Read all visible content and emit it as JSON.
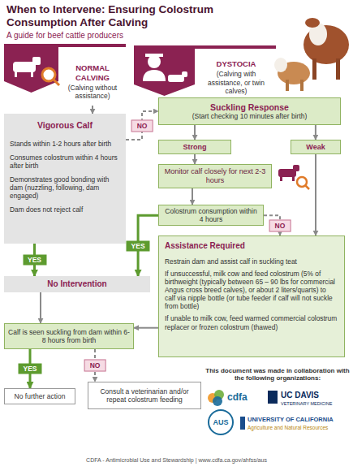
{
  "diagram": {
    "title": "When to Intervene: Ensuring Colostrum Consumption After Calving",
    "nodes": [
      {
        "text": [
          "NORMAL CALVING",
          "(Calving without assistance)"
        ]
      },
      {
        "text": [
          "DYSTOCIA",
          "(Calving with assistance, or twin calves)"
        ]
      },
      {
        "text": [
          "Vigorous Calf",
          "Stands within 1-2 hours after birth",
          "Consumes colostrum within 4 hours after birth",
          "Demonstrates good bonding with dam (nuzzling, following, dam engaged)",
          "Dam does not reject calf"
        ]
      },
      {
        "text": [
          "Suckling Response",
          "(Start checking 10 minutes after birth)"
        ]
      },
      {
        "text": [
          "Strong"
        ]
      },
      {
        "text": [
          "Weak"
        ]
      },
      {
        "text": [
          "Monitor calf closely for next 2-3 hours"
        ]
      },
      {
        "text": [
          "Colostrum consumption within 4 hours"
        ]
      },
      {
        "text": [
          "Assistance Required",
          "Restrain dam and assist calf in suckling teat",
          "If unsuccessful, milk cow and feed colostrum (5% of birthweight (typically between 65 – 90 lbs for commercial Angus cross breed calves), or about 2 liters/quarts) to calf via nipple bottle (or tube feeder if calf will not suckle from bottle)",
          "If unable to milk cow, feed warmed commercial colostrum replacer or frozen colostrum (thawed)"
        ]
      },
      {
        "text": [
          "No Intervention"
        ]
      },
      {
        "text": [
          "Calf is seen suckling from dam within 6-8 hours from birth"
        ]
      },
      {
        "text": [
          "No further action"
        ]
      },
      {
        "text": [
          "Consult a veterinarian and/or repeat colostrum feeding"
        ]
      }
    ],
    "edges": [
      {
        "from": 0,
        "to": 2,
        "arrow": "to"
      },
      {
        "from": 1,
        "to": 3,
        "arrow": "to"
      },
      {
        "from": 2,
        "to": 9,
        "label": "YES",
        "arrow": "to"
      },
      {
        "from": 2,
        "to": 3,
        "label": "NO",
        "arrow": "to"
      },
      {
        "from": 3,
        "to": 4,
        "arrow": "to"
      },
      {
        "from": 3,
        "to": 5,
        "arrow": "to"
      },
      {
        "from": 4,
        "to": 6,
        "arrow": "to"
      },
      {
        "from": 6,
        "to": 7,
        "arrow": "to"
      },
      {
        "from": 7,
        "to": 9,
        "label": "YES",
        "arrow": "to"
      },
      {
        "from": 7,
        "to": 8,
        "label": "NO",
        "arrow": "to"
      },
      {
        "from": 5,
        "to": 8,
        "arrow": "to"
      },
      {
        "from": 9,
        "to": 10,
        "arrow": "to"
      },
      {
        "from": 8,
        "to": 10,
        "arrow": "to"
      },
      {
        "from": 10,
        "to": 11,
        "label": "YES",
        "arrow": "to"
      },
      {
        "from": 10,
        "to": 12,
        "label": "NO",
        "arrow": "to"
      }
    ],
    "labels": [
      "A guide for beef cattle producers",
      "This document was made in collaboration with the following organizations:",
      "cdfa",
      "UC DAVIS",
      "VETERINARY MEDICINE",
      "AUS",
      "UNIVERSITY OF CALIFORNIA",
      "Agriculture and Natural Resources",
      "CDFA - Antimicrobial Use and Stewardship | www.cdfa.ca.gov/ahfss/aus"
    ]
  }
}
